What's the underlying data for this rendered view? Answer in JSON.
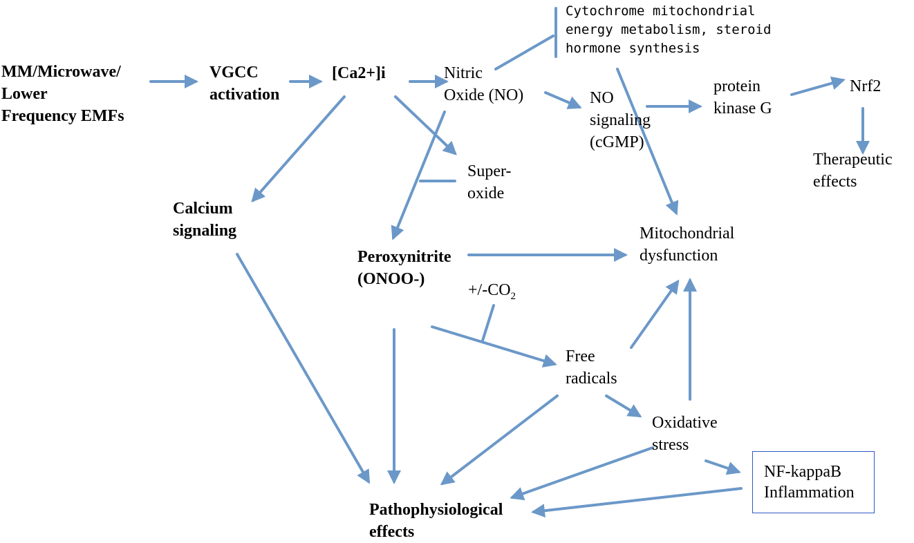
{
  "colors": {
    "arrow": "#6b98c8",
    "box_border": "#2f58c4",
    "text": "#000000"
  },
  "nodes": {
    "emf": [
      "MM/Microwave/",
      "Lower",
      "Frequency EMFs"
    ],
    "vgcc": [
      "VGCC",
      "activation"
    ],
    "ca": [
      "[Ca2+]i"
    ],
    "no": [
      "Nitric",
      "Oxide (NO)"
    ],
    "cyto": [
      "Cytochrome mitochondrial",
      "energy metabolism, steroid",
      "hormone synthesis"
    ],
    "nosig": [
      "NO",
      "signaling",
      "(cGMP)"
    ],
    "pkg": [
      "protein",
      "kinase G"
    ],
    "nrf2": [
      "Nrf2"
    ],
    "therapeutic": [
      "Therapeutic",
      "effects"
    ],
    "superoxide": [
      "Super-",
      "oxide"
    ],
    "calcium": [
      "Calcium",
      "signaling"
    ],
    "peroxy": [
      "Peroxynitrite",
      "(ONOO-)"
    ],
    "mito": [
      "Mitochondrial",
      "dysfunction"
    ],
    "co2": {
      "prefix": "+/-CO",
      "sub": "2"
    },
    "free": [
      "Free",
      "radicals"
    ],
    "oxstress": [
      "Oxidative",
      "stress"
    ],
    "nfkb": [
      "NF-kappaB",
      "Inflammation"
    ],
    "patho": [
      "Pathophysiological",
      "effects"
    ]
  }
}
